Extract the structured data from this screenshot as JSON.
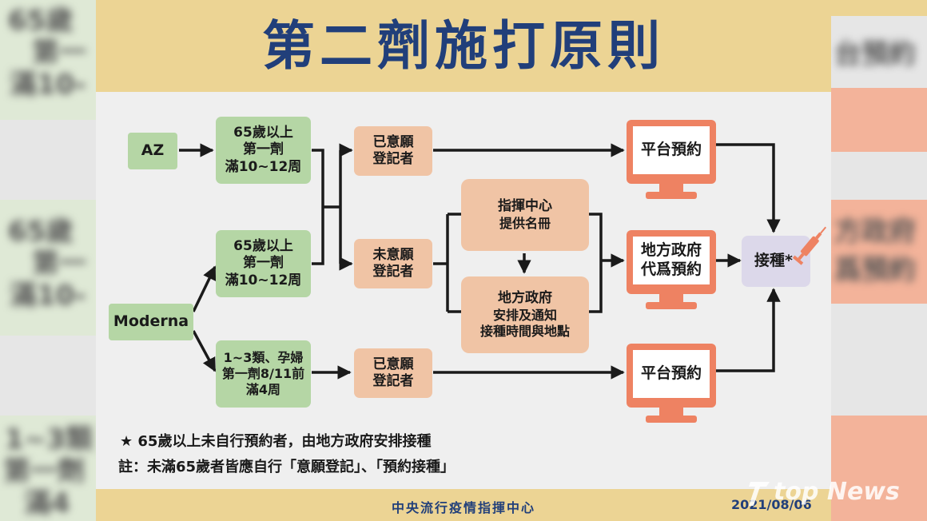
{
  "title": "第二劑施打原則",
  "nodes": {
    "az": "AZ",
    "moderna": "Moderna",
    "az_group": [
      "65歲以上",
      "第一劑",
      "滿10~12周"
    ],
    "moderna_group1": [
      "65歲以上",
      "第一劑",
      "滿10~12周"
    ],
    "moderna_group2": [
      "1~3類、孕婦",
      "第一劑8/11前",
      "滿4周"
    ],
    "willing_top": [
      "已意願",
      "登記者"
    ],
    "unwilling": [
      "未意願",
      "登記者"
    ],
    "willing_bottom": [
      "已意願",
      "登記者"
    ],
    "command_center": [
      "指揮中心",
      "提供名冊"
    ],
    "local_gov": [
      "地方政府",
      "安排及通知",
      "接種時間與地點"
    ],
    "platform_top": "平台預約",
    "local_booking": [
      "地方政府",
      "代爲預約"
    ],
    "platform_bottom": "平台預約",
    "vaccinate": "接種*"
  },
  "notes": {
    "star_note": "★ 65歲以上未自行預約者，由地方政府安排接種",
    "remark": "註：未滿65歲者皆應自行「意願登記」、「預約接種」"
  },
  "footer": {
    "org": "中央流行疫情指揮中心",
    "date": "2021/08/06"
  },
  "watermark": "top News",
  "background_blur": {
    "left": [
      "65歲",
      "第一",
      "滿10-",
      "65歲",
      "第一",
      "滿10-",
      "1~3類",
      "第一劑",
      "滿4"
    ],
    "right": [
      "台預約",
      "方政府",
      "爲預約"
    ]
  },
  "colors": {
    "title_bar": "#ecd494",
    "title_text": "#213f7a",
    "green": "#b5d6a5",
    "peach": "#f0c4a5",
    "monitor": "#ee8262",
    "vaccinate": "#dcd8ea"
  },
  "icons": [
    "monitor-icon",
    "syringe-icon"
  ]
}
